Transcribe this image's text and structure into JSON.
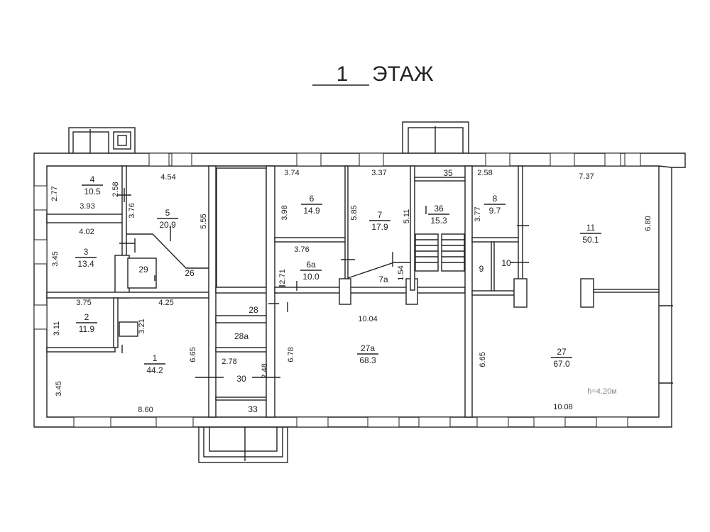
{
  "title": {
    "floor_number": "1",
    "floor_label": "ЭТАЖ"
  },
  "rooms": [
    {
      "num": "4",
      "area": "10.5"
    },
    {
      "num": "5",
      "area": "20.9"
    },
    {
      "num": "3",
      "area": "13.4"
    },
    {
      "num": "2",
      "area": "11.9"
    },
    {
      "num": "1",
      "area": "44.2"
    },
    {
      "num": "6",
      "area": "14.9"
    },
    {
      "num": "6a",
      "area": "10.0"
    },
    {
      "num": "7",
      "area": "17.9"
    },
    {
      "num": "36",
      "area": "15.3"
    },
    {
      "num": "8",
      "area": "9.7"
    },
    {
      "num": "11",
      "area": "50.1"
    },
    {
      "num": "27a",
      "area": "68.3"
    },
    {
      "num": "27",
      "area": "67.0"
    }
  ],
  "small_rooms": [
    "26",
    "29",
    "28",
    "28a",
    "30",
    "33",
    "35",
    "7a",
    "9",
    "10"
  ],
  "dimensions": [
    "4.54",
    "3.74",
    "3.37",
    "2.58",
    "7.37",
    "3.93",
    "4.02",
    "3.76",
    "3.75",
    "4.25",
    "10.04",
    "2.78",
    "8.60",
    "10.08",
    "2.77",
    "2.58",
    "3.76",
    "5.55",
    "3.45",
    "3.11",
    "3.21",
    "6.65",
    "3.45",
    "2.48",
    "6.78",
    "3.98",
    "5.85",
    "5.11",
    "1.54",
    "2.71",
    "3.77",
    "6.80",
    "6.65"
  ],
  "ceiling_height": "h=4.20м"
}
